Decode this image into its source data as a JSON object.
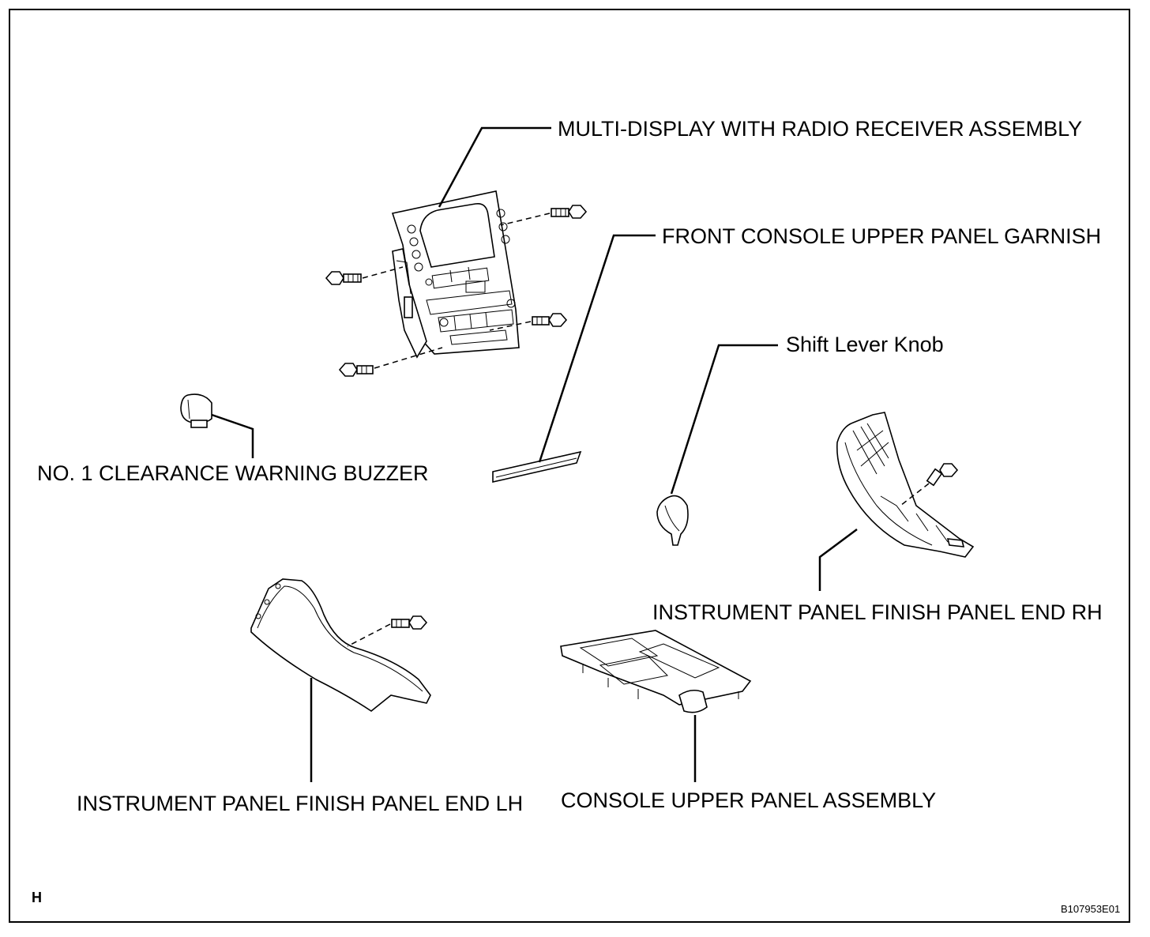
{
  "labels": {
    "multi_display": "MULTI-DISPLAY WITH RADIO RECEIVER ASSEMBLY",
    "front_console_garnish": "FRONT CONSOLE UPPER PANEL GARNISH",
    "shift_lever_knob": "Shift Lever Knob",
    "clearance_buzzer": "NO. 1 CLEARANCE WARNING BUZZER",
    "finish_panel_rh": "INSTRUMENT PANEL FINISH PANEL END RH",
    "finish_panel_lh": "INSTRUMENT PANEL FINISH PANEL END LH",
    "console_upper_panel": "CONSOLE UPPER PANEL ASSEMBLY"
  },
  "corner_mark": "H",
  "figure_code": "B107953E01"
}
